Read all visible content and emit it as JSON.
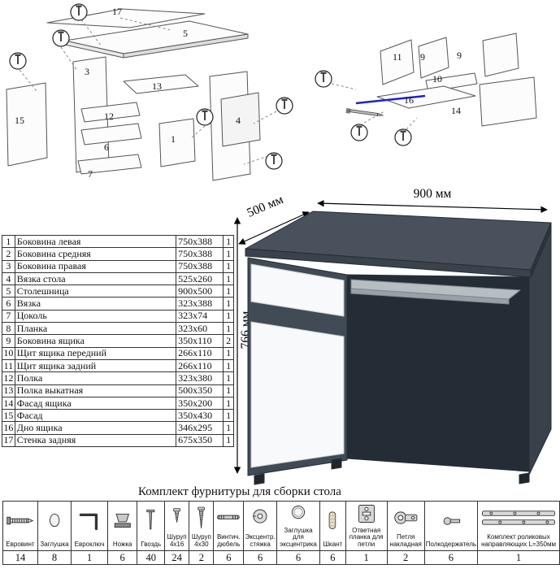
{
  "parts_table": {
    "rows": [
      {
        "num": "1",
        "name": "Боковина левая",
        "size": "750x388",
        "qty": "1"
      },
      {
        "num": "2",
        "name": "Боковина средняя",
        "size": "750x388",
        "qty": "1"
      },
      {
        "num": "3",
        "name": "Боковина правая",
        "size": "750x388",
        "qty": "1"
      },
      {
        "num": "4",
        "name": "Вязка стола",
        "size": "525x260",
        "qty": "1"
      },
      {
        "num": "5",
        "name": "Столешница",
        "size": "900x500",
        "qty": "1"
      },
      {
        "num": "6",
        "name": "Вязка",
        "size": "323x388",
        "qty": "1"
      },
      {
        "num": "7",
        "name": "Цоколь",
        "size": "323x74",
        "qty": "1"
      },
      {
        "num": "8",
        "name": "Планка",
        "size": "323x60",
        "qty": "1"
      },
      {
        "num": "9",
        "name": "Боковина ящика",
        "size": "350x110",
        "qty": "2"
      },
      {
        "num": "10",
        "name": "Щит ящика передний",
        "size": "266x110",
        "qty": "1"
      },
      {
        "num": "11",
        "name": "Щит ящика задний",
        "size": "266x110",
        "qty": "1"
      },
      {
        "num": "12",
        "name": "Полка",
        "size": "323x380",
        "qty": "1"
      },
      {
        "num": "13",
        "name": "Полка выкатная",
        "size": "500x350",
        "qty": "1"
      },
      {
        "num": "14",
        "name": "Фасад ящика",
        "size": "350x200",
        "qty": "1"
      },
      {
        "num": "15",
        "name": "Фасад",
        "size": "350x430",
        "qty": "1"
      },
      {
        "num": "16",
        "name": "Дно ящика",
        "size": "346x295",
        "qty": "1"
      },
      {
        "num": "17",
        "name": "Стенка задняя",
        "size": "675x350",
        "qty": "1"
      }
    ]
  },
  "desk": {
    "width_label": "900 мм",
    "depth_label": "500 мм",
    "height_label": "766 мм"
  },
  "hardware": {
    "title": "Комплект фурнитуры для сборки стола",
    "items": [
      {
        "label": "Евровинт",
        "qty": "14",
        "icon": "euro-screw"
      },
      {
        "label": "Заглушка",
        "qty": "8",
        "icon": "plug"
      },
      {
        "label": "Евроключ",
        "qty": "1",
        "icon": "hex-key"
      },
      {
        "label": "Ножка",
        "qty": "6",
        "icon": "furniture-leg"
      },
      {
        "label": "Гвоздь",
        "qty": "40",
        "icon": "nail"
      },
      {
        "label": "Шуруп 4x16",
        "qty": "24",
        "icon": "screw-short"
      },
      {
        "label": "Шуруп 4x30",
        "qty": "2",
        "icon": "screw-long"
      },
      {
        "label": "Винтич. дюбель",
        "qty": "6",
        "icon": "dowel-screw"
      },
      {
        "label": "Эксцентр. стяжка",
        "qty": "6",
        "icon": "cam-lock"
      },
      {
        "label": "Заглушка для эксцентрика",
        "qty": "6",
        "icon": "cam-cover"
      },
      {
        "label": "Шкант",
        "qty": "6",
        "icon": "wood-dowel"
      },
      {
        "label": "Ответная планка для петли",
        "qty": "1",
        "icon": "hinge-plate"
      },
      {
        "label": "Петля накладная",
        "qty": "2",
        "icon": "hinge"
      },
      {
        "label": "Полкодержатель",
        "qty": "6",
        "icon": "shelf-pin"
      },
      {
        "label": "Комплект роликовых направляющих L=350мм",
        "qty": "1",
        "icon": "drawer-slides"
      }
    ]
  },
  "diagrams": {
    "left_labels": [
      "17",
      "5",
      "3",
      "13",
      "15",
      "12",
      "6",
      "7",
      "1",
      "4"
    ],
    "right_labels": [
      "11",
      "9",
      "9",
      "10",
      "16",
      "14"
    ]
  }
}
